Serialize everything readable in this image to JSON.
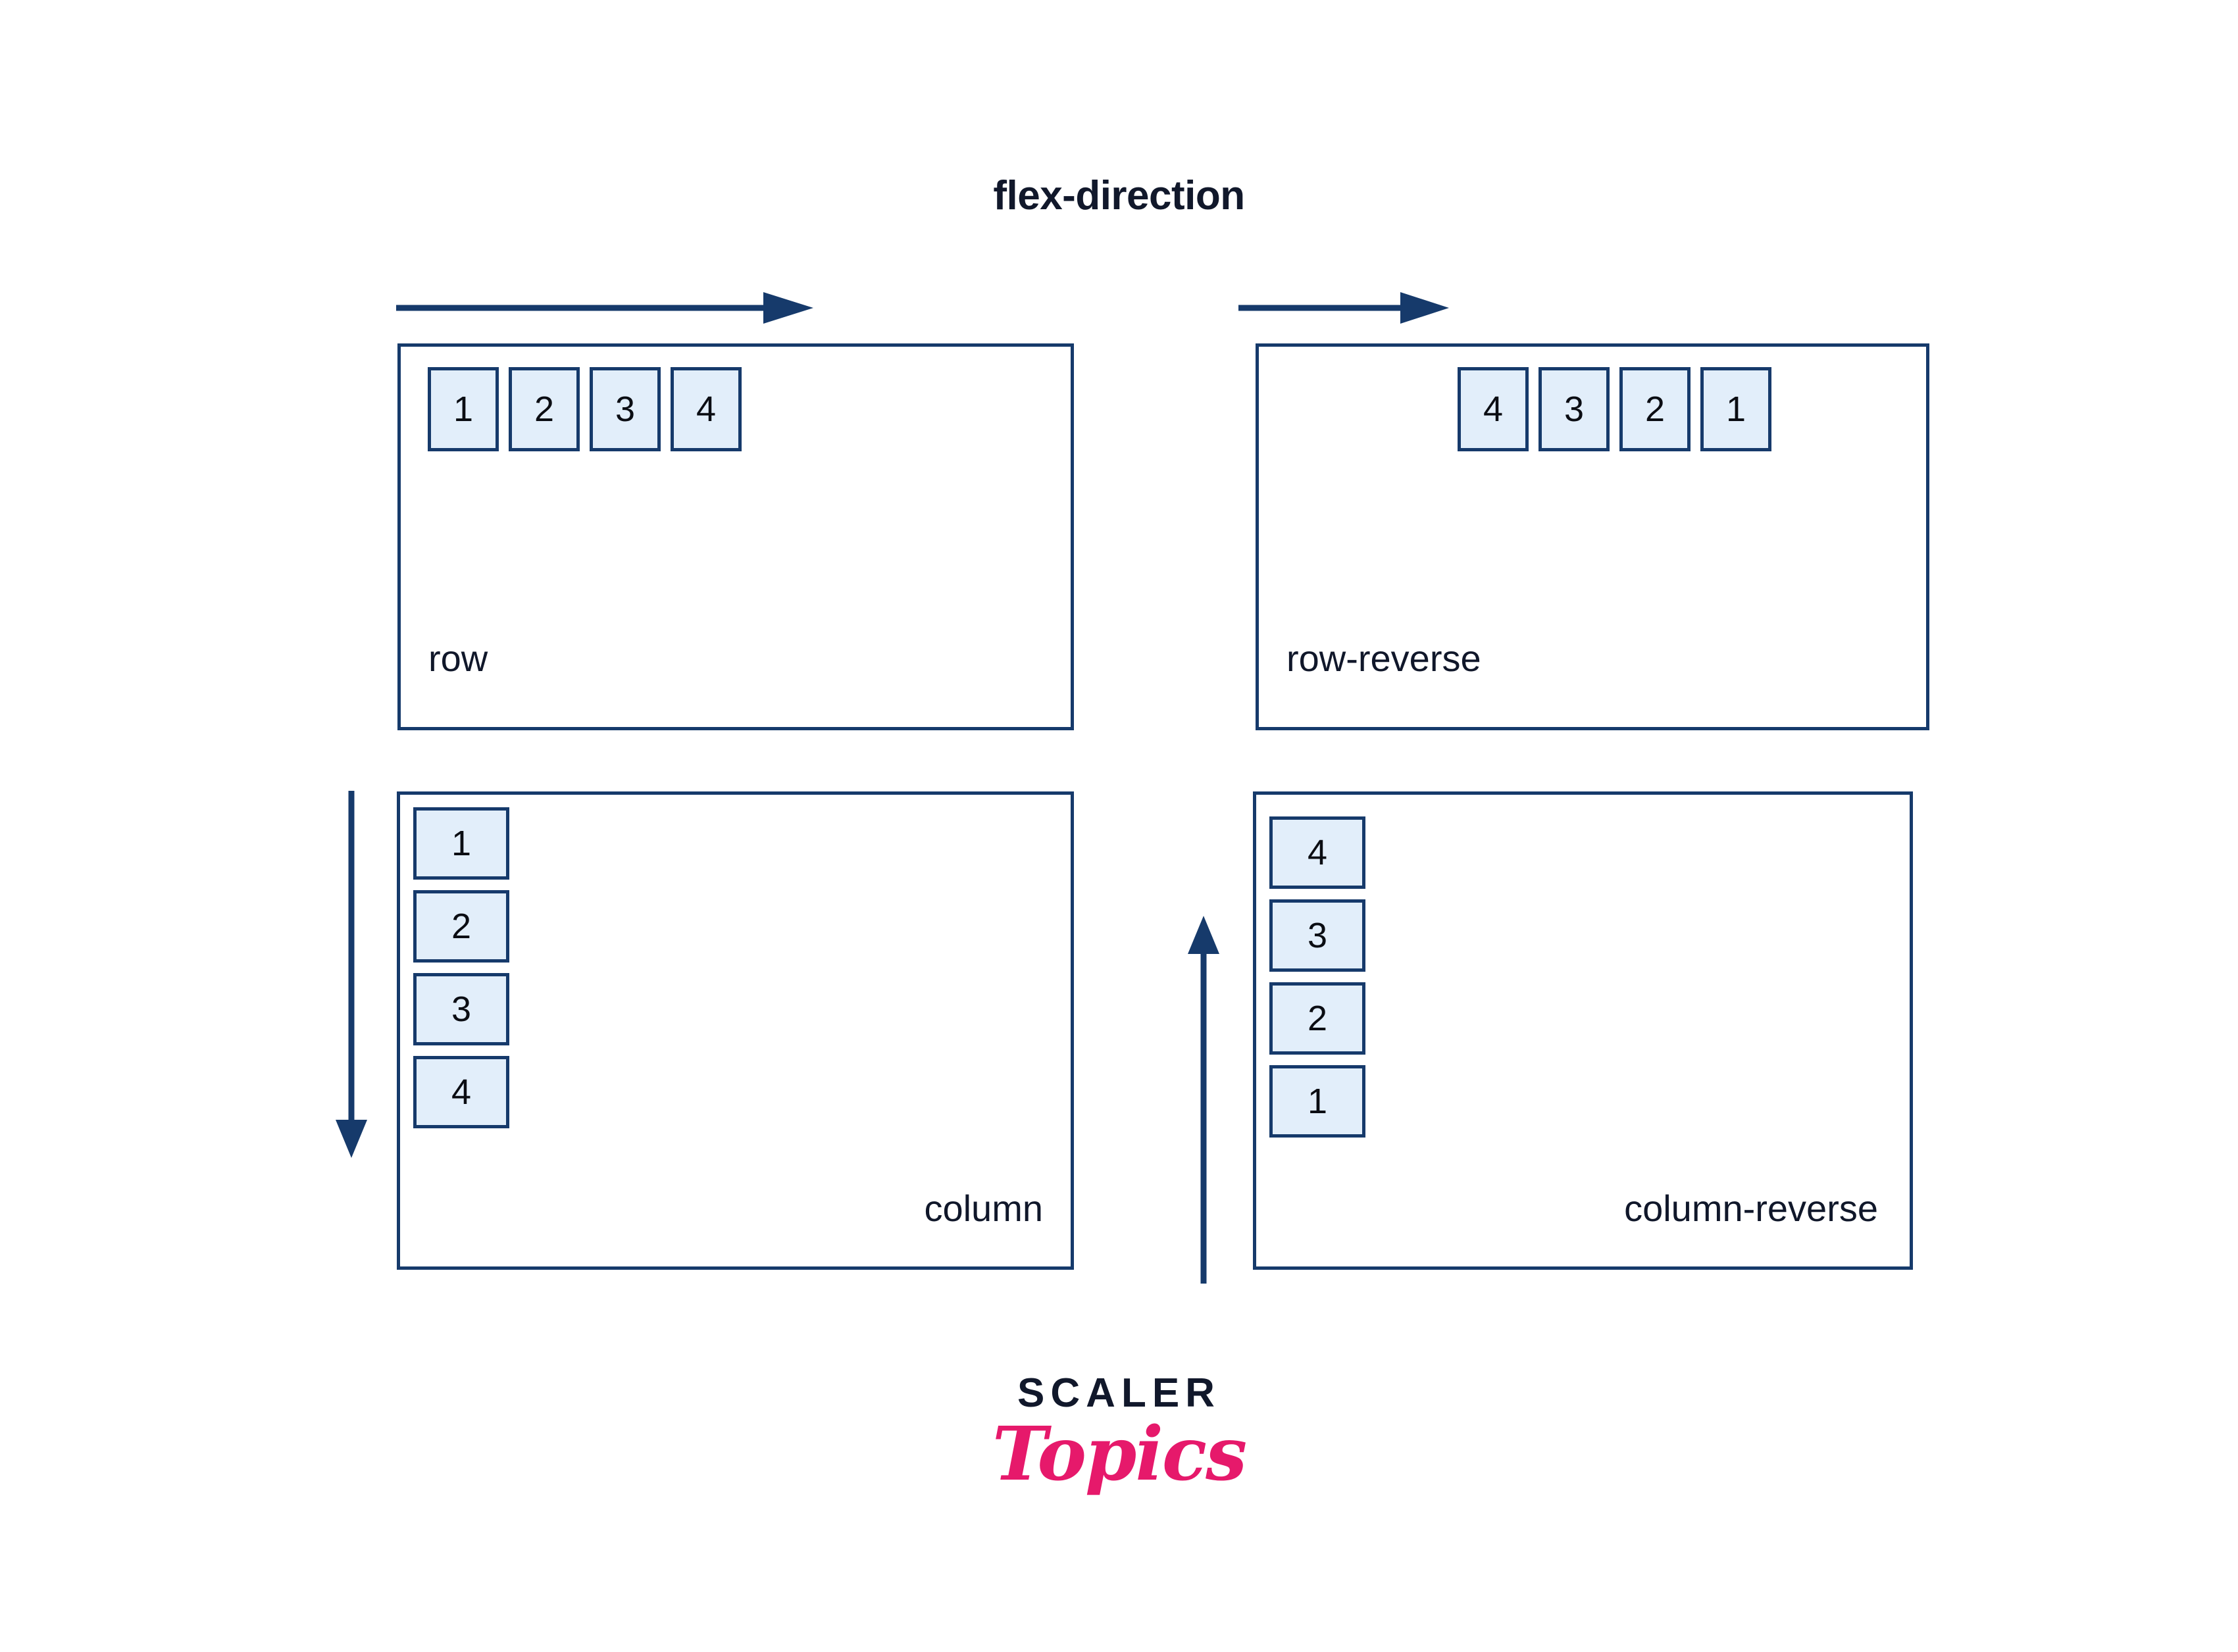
{
  "title": "flex-direction",
  "colors": {
    "stroke_navy": "#163a6b",
    "item_fill": "#e2eefa",
    "text_dark": "#10172a",
    "logo_pink": "#e6196b",
    "background": "#ffffff"
  },
  "panels": [
    {
      "id": "row",
      "label": "row",
      "items": [
        "1",
        "2",
        "3",
        "4"
      ],
      "arrow": "arrow-right"
    },
    {
      "id": "row-reverse",
      "label": "row-reverse",
      "items": [
        "4",
        "3",
        "2",
        "1"
      ],
      "arrow": "arrow-right"
    },
    {
      "id": "column",
      "label": "column",
      "items": [
        "1",
        "2",
        "3",
        "4"
      ],
      "arrow": "arrow-down"
    },
    {
      "id": "column-reverse",
      "label": "column-reverse",
      "items": [
        "4",
        "3",
        "2",
        "1"
      ],
      "arrow": "arrow-up"
    }
  ],
  "logo": {
    "line1": "SCALER",
    "line2": "Topics"
  }
}
